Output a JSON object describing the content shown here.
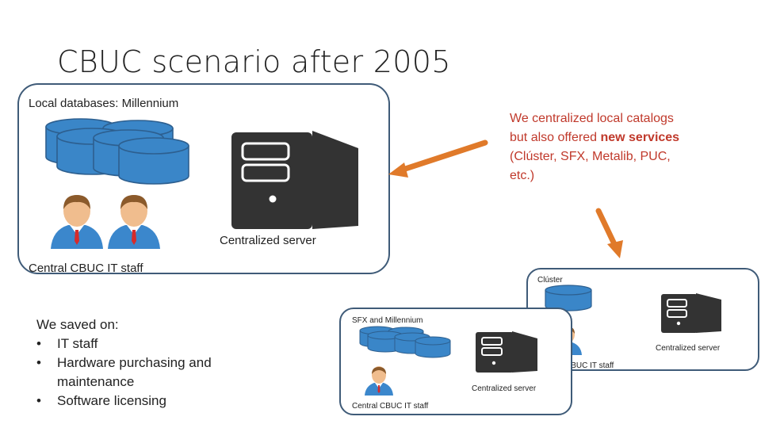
{
  "slide": {
    "title": "CBUC scenario after 2005",
    "main_diagram": {
      "databases_label": "Local databases: Millennium",
      "server_label": "Centralized server",
      "staff_label": "Central CBUC IT staff"
    },
    "callout": {
      "line1": "We centralized local catalogs",
      "line2_prefix": "but also offered ",
      "line2_bold": "new services",
      "line3": "(Clúster, SFX, Metalib, PUC,",
      "line4": "etc.)"
    },
    "savings": {
      "heading": "We saved on:",
      "items": [
        "IT staff",
        "Hardware purchasing and maintenance",
        "Software licensing"
      ]
    },
    "small_left_diagram": {
      "databases_label": "SFX and Millennium",
      "server_label": "Centralized server",
      "staff_label": "Central CBUC IT staff"
    },
    "small_right_diagram": {
      "cluster_label": "Clúster",
      "server_label": "Centralized server",
      "staff_label": "Central CBUC IT staff"
    },
    "colors": {
      "box_border": "#3f5b78",
      "database_fill": "#3a86c8",
      "server_fill": "#333333",
      "arrow": "#e07a2a",
      "callout_text": "#c0392b",
      "person_shirt": "#3b87cc",
      "person_tie": "#d62b2b"
    },
    "icons": [
      "database-icon",
      "server-icon",
      "person-icon",
      "arrow-icon"
    ]
  }
}
